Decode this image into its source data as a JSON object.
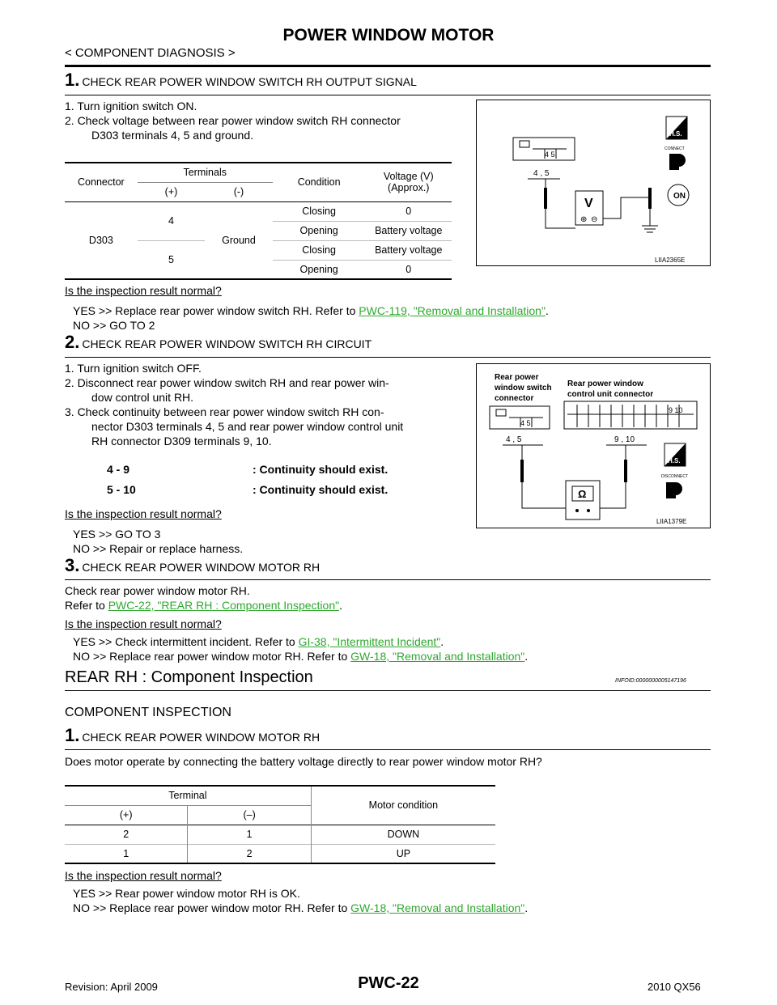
{
  "header": {
    "title": "POWER WINDOW MOTOR",
    "breadcrumb": "< COMPONENT DIAGNOSIS >"
  },
  "step1": {
    "num": "1.",
    "title": "CHECK REAR POWER WINDOW SWITCH RH OUTPUT SIGNAL",
    "instr1": "1.  Turn ignition switch ON.",
    "instr2a": "2.  Check voltage between rear power window switch RH connector",
    "instr2b": "D303 terminals 4, 5 and ground.",
    "table": {
      "h_connector": "Connector",
      "h_terminals": "Terminals",
      "h_condition": "Condition",
      "h_voltage1": "Voltage (V)",
      "h_voltage2": "(Approx.)",
      "h_plus": "(+)",
      "h_minus": "(-)",
      "connector": "D303",
      "t4": "4",
      "t5": "5",
      "ground": "Ground",
      "rows": [
        {
          "condition": "Closing",
          "voltage": "0"
        },
        {
          "condition": "Opening",
          "voltage": "Battery voltage"
        },
        {
          "condition": "Closing",
          "voltage": "Battery voltage"
        },
        {
          "condition": "Opening",
          "voltage": "0"
        }
      ]
    },
    "question": "Is the inspection result normal?",
    "yes_prefix": "YES    >> Replace rear power window switch RH. Refer to ",
    "yes_link": "PWC-119, \"Removal and Installation\"",
    "yes_suffix": ".",
    "no": "NO     >> GO TO 2",
    "figure": {
      "id": "LIIA2365E",
      "terminal_nums": "4  5",
      "probe_label": "4 , 5",
      "meter": "V",
      "connect_label": "CONNECT",
      "hs_label": "H.S.",
      "on_label": "ON"
    }
  },
  "step2": {
    "num": "2.",
    "title": "CHECK REAR POWER WINDOW SWITCH RH CIRCUIT",
    "instr1": "1.  Turn ignition switch OFF.",
    "instr2a": "2.  Disconnect rear power window switch RH and rear power win-",
    "instr2b": "dow control unit RH.",
    "instr3a": "3.  Check continuity between rear power window switch RH con-",
    "instr3b": "nector D303 terminals 4, 5 and rear power window control unit",
    "instr3c": "RH connector D309 terminals 9, 10.",
    "cont1_left": "4 - 9",
    "cont1_right": ": Continuity should exist.",
    "cont2_left": "5 - 10",
    "cont2_right": ": Continuity should exist.",
    "question": "Is the inspection result normal?",
    "yes": "YES    >> GO TO 3",
    "no": "NO     >> Repair or replace harness.",
    "figure": {
      "id": "LIIA1379E",
      "left_label_1": "Rear power",
      "left_label_2": "window switch",
      "left_label_3": "connector",
      "right_label_1": "Rear power window",
      "right_label_2": "control unit connector",
      "terminal_nums_left": "4  5",
      "terminal_nums_right": "9  10",
      "probe_left": "4 , 5",
      "probe_right": "9 , 10",
      "meter": "Ω",
      "disconnect_label": "DISCONNECT",
      "hs_label": "H.S."
    }
  },
  "step3": {
    "num": "3.",
    "title": "CHECK REAR POWER WINDOW MOTOR RH",
    "line1": "Check rear power window motor RH.",
    "line2_prefix": "Refer to ",
    "line2_link": "PWC-22, \"REAR RH : Component Inspection\"",
    "line2_suffix": ".",
    "question": "Is the inspection result normal?",
    "yes_prefix": "YES    >> Check intermittent incident. Refer to ",
    "yes_link": "GI-38, \"Intermittent Incident\"",
    "yes_suffix": ".",
    "no_prefix": "NO     >> Replace rear power window motor RH. Refer to ",
    "no_link": "GW-18, \"Removal and Installation\"",
    "no_suffix": "."
  },
  "section": {
    "title": "REAR RH : Component Inspection",
    "infoid": "INFOID:0000000005147196",
    "subtitle": "COMPONENT INSPECTION"
  },
  "cstep1": {
    "num": "1.",
    "title": "CHECK REAR POWER WINDOW MOTOR RH",
    "question_text": "Does motor operate by connecting the battery voltage directly to rear power window motor RH?",
    "table": {
      "h_terminal": "Terminal",
      "h_motor": "Motor condition",
      "h_plus": "(+)",
      "h_minus": "(–)",
      "rows": [
        {
          "plus": "2",
          "minus": "1",
          "cond": "DOWN"
        },
        {
          "plus": "1",
          "minus": "2",
          "cond": "UP"
        }
      ]
    },
    "question": "Is the inspection result normal?",
    "yes": "YES    >> Rear power window motor RH is OK.",
    "no_prefix": "NO     >> Replace rear power window motor RH. Refer to ",
    "no_link": "GW-18, \"Removal and Installation\"",
    "no_suffix": "."
  },
  "footer": {
    "revision": "Revision: April 2009",
    "page": "PWC-22",
    "model": "2010 QX56"
  }
}
